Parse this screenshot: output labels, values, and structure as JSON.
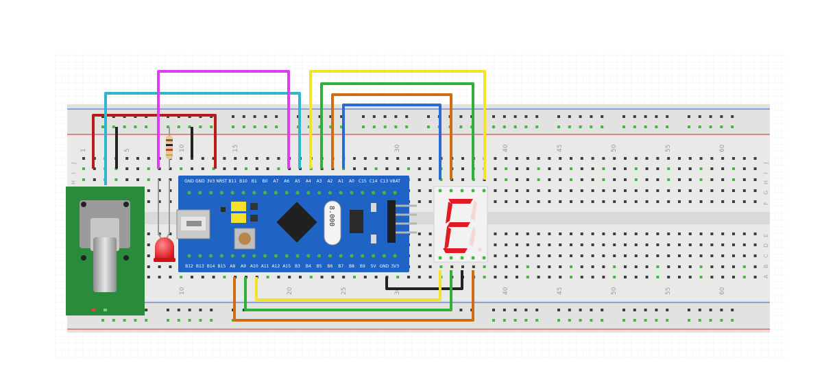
{
  "colors": {
    "grid": "#f0f0f0",
    "breadboard": "#e9e9e7",
    "rail_blue": "#3a5fd9",
    "rail_red": "#d0312d",
    "hole": "#3d3d3d",
    "hole_active": "#41b83e",
    "board_blue": "#1f63c5",
    "pot_pcb": "#2c8a3c",
    "led": "#e8262a",
    "seg_on": "#e01b23",
    "seg_off": "#f3d8d8",
    "wire_red": "#bb1a1a",
    "wire_cyan": "#2ab7cf",
    "wire_magenta": "#e23cf0",
    "wire_yellow": "#f2e22a",
    "wire_green": "#2eb03a",
    "wire_orange": "#d06d14",
    "wire_blue": "#2a6ad4",
    "wire_black": "#222222"
  },
  "breadboard": {
    "column_numbers_top": [
      "1",
      "5",
      "10",
      "15",
      "30",
      "40",
      "45",
      "50",
      "55",
      "60"
    ],
    "column_numbers_bottom": [
      "10",
      "20",
      "25",
      "30",
      "40",
      "45",
      "50",
      "55",
      "60"
    ],
    "row_letters_top": [
      "J",
      "I",
      "H",
      "G",
      "F"
    ],
    "row_letters_bottom": [
      "E",
      "D",
      "C",
      "B",
      "A"
    ]
  },
  "mcu": {
    "top_pins": [
      "GND",
      "GND",
      "3V3",
      "NRST",
      "B11",
      "B10",
      "B1",
      "B0",
      "A7",
      "A6",
      "A5",
      "A4",
      "A3",
      "A2",
      "A1",
      "A0",
      "C15",
      "C14",
      "C13",
      "VBAT"
    ],
    "bottom_pins": [
      "B12",
      "B13",
      "B14",
      "B15",
      "A8",
      "A9",
      "A10",
      "A11",
      "A12",
      "A15",
      "B3",
      "B4",
      "B5",
      "B6",
      "B7",
      "B8",
      "B9",
      "5V",
      "GND",
      "3V3"
    ],
    "crystal_label": "8.000"
  },
  "display": {
    "digit": "E"
  },
  "icons": {
    "potentiometer": "potentiometer-icon",
    "resistor": "resistor-icon",
    "led": "led-icon",
    "usb": "usb-connector-icon",
    "reset_button": "reset-button-icon",
    "jumpers": "jumper-icon",
    "chip": "chip-icon",
    "crystal": "crystal-icon",
    "seven_segment": "seven-segment-icon"
  }
}
